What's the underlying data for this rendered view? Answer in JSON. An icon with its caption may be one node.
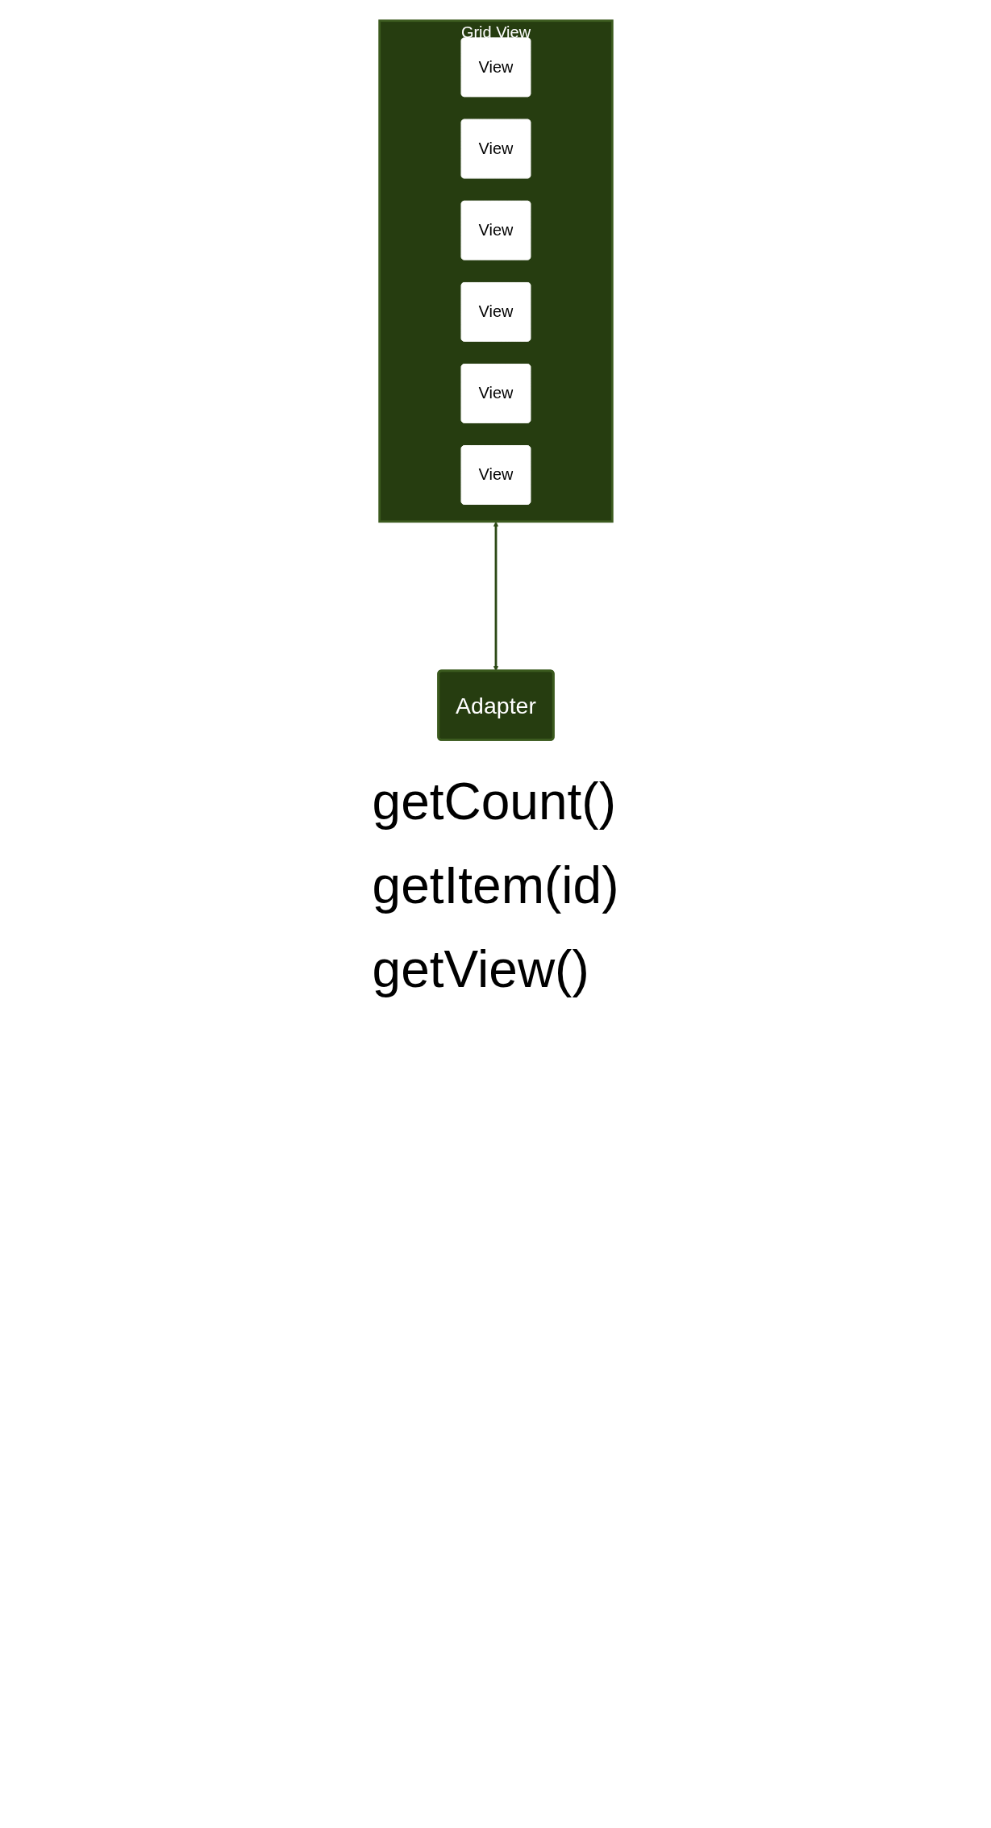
{
  "diagram": {
    "nodes": [
      {
        "text": [
          "Grid View"
        ]
      },
      {
        "text": [
          "View"
        ],
        "in": 0
      },
      {
        "text": [
          "View"
        ],
        "in": 0
      },
      {
        "text": [
          "View"
        ],
        "in": 0
      },
      {
        "text": [
          "View"
        ],
        "in": 0
      },
      {
        "text": [
          "View"
        ],
        "in": 0
      },
      {
        "text": [
          "View"
        ],
        "in": 0
      },
      {
        "text": [
          "Adapter"
        ]
      }
    ],
    "edges": [
      {
        "from": 0,
        "to": 7,
        "arrow": "both"
      }
    ],
    "labels": [
      "getCount()",
      "getItem(id)",
      "getView()"
    ]
  }
}
